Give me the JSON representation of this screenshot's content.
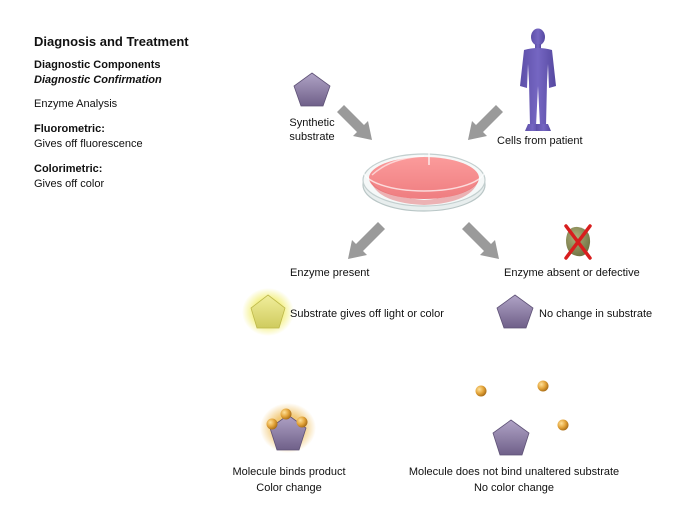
{
  "sidebar": {
    "title": "Diagnosis and Treatment",
    "components": "Diagnostic Components",
    "confirmation": "Diagnostic Confirmation",
    "analysis": "Enzyme Analysis",
    "fluoro_title": "Fluorometric:",
    "fluoro_desc": "Gives off fluorescence",
    "colori_title": "Colorimetric:",
    "colori_desc": "Gives off color"
  },
  "diagram": {
    "substrate_label": [
      "Synthetic",
      "substrate"
    ],
    "cells_label": "Cells from patient",
    "enzyme_present": "Enzyme present",
    "enzyme_absent": "Enzyme absent or defective",
    "substrate_light": "Substrate gives off light or color",
    "no_change": "No change in substrate",
    "binds_product": [
      "Molecule binds product",
      "Color change"
    ],
    "no_bind": [
      "Molecule does not bind unaltered substrate",
      "No color change"
    ]
  },
  "colors": {
    "substrate": "#8a7aa2",
    "glow_substrate": "#e4e07a",
    "dish": "#f58a8a",
    "patient": "#6a5bb2",
    "product_ball": "#e3a43a",
    "enzyme_blob": "#8c8e58",
    "x_mark": "#d81e1e",
    "arrow": "#9a9a9a"
  },
  "icons": {
    "substrate": "pentagon-icon",
    "patient": "person-silhouette-icon",
    "dish": "petri-dish-icon",
    "defective_enzyme": "crossed-enzyme-icon",
    "product": "sphere-icon"
  }
}
